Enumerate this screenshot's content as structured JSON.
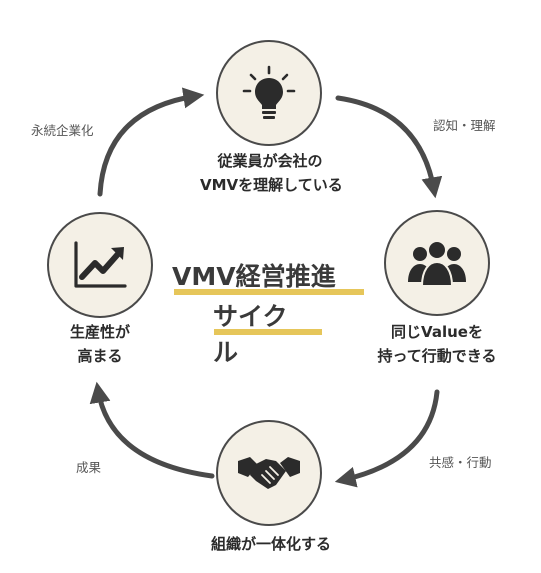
{
  "nodes": {
    "top": {
      "label_1": "従業員が会社の",
      "label_2": "VMVを理解している",
      "icon": "lightbulb-icon"
    },
    "right": {
      "label_1": "同じValueを",
      "label_2": "持って行動できる",
      "icon": "people-group-icon"
    },
    "bottom": {
      "label_1": "組織が一体化する",
      "icon": "handshake-icon"
    },
    "left": {
      "label_1": "生産性が",
      "label_2": "高まる",
      "icon": "trend-chart-icon"
    }
  },
  "edges": {
    "top_right": "認知・理解",
    "right_bottom": "共感・行動",
    "bottom_left": "成果",
    "left_top": "永続企業化"
  },
  "center": {
    "line_1": "VMV経営推進",
    "line_2": "サイク",
    "line_3": "ル"
  },
  "colors": {
    "node_fill": "#f4f0e6",
    "stroke": "#4a4a4a",
    "highlight": "#e6c65a"
  }
}
